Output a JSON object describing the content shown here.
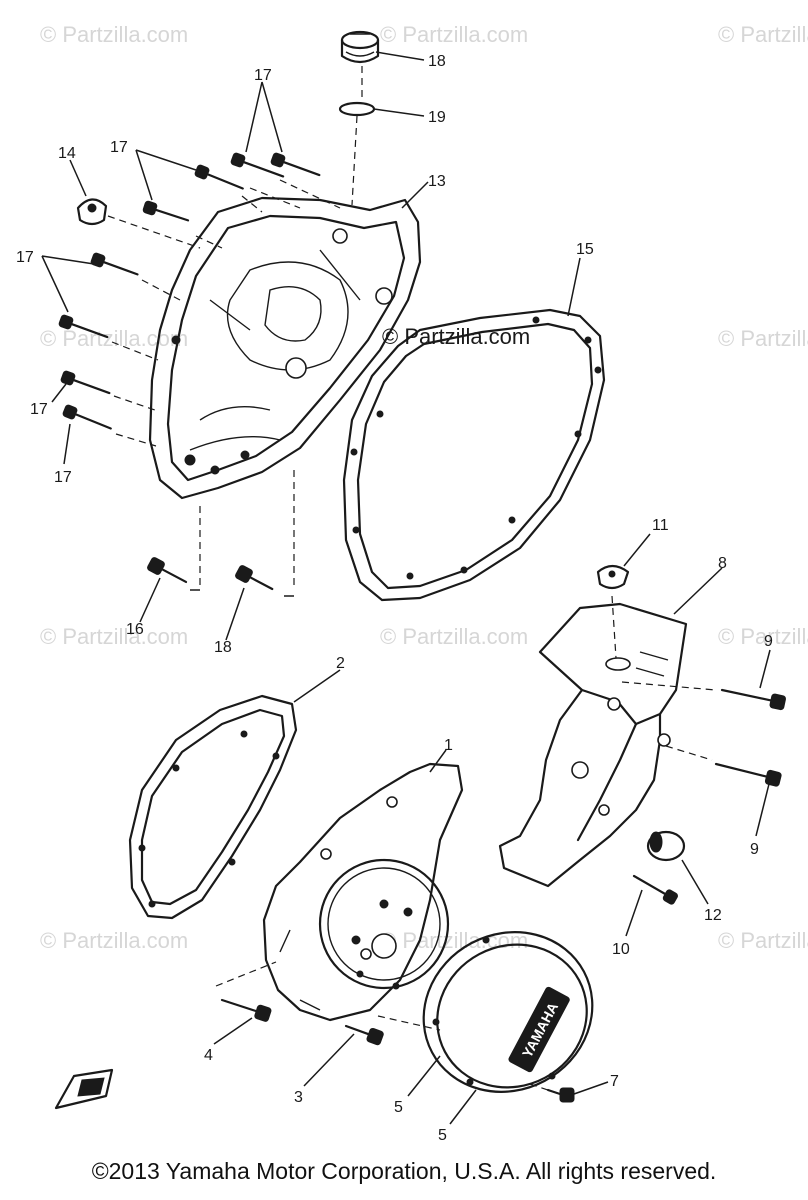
{
  "watermark": "© Partzilla.com",
  "callouts": {
    "c1": "1",
    "c2": "2",
    "c3": "3",
    "c4": "4",
    "c5a": "5",
    "c5b": "5",
    "c7": "7",
    "c8": "8",
    "c9a": "9",
    "c9b": "9",
    "c10": "10",
    "c11": "11",
    "c12": "12",
    "c13": "13",
    "c14": "14",
    "c15": "15",
    "c16": "16",
    "c18a": "18",
    "c18b": "18",
    "c19": "19",
    "c17a": "17",
    "c17b": "17",
    "c17c": "17",
    "c17d": "17",
    "c17e": "17"
  },
  "copyright": "©2013  Yamaha Motor Corporation, U.S.A. All rights reserved.",
  "colors": {
    "ink": "#1a1a1a",
    "watermark": "#d6d6d6",
    "background": "#ffffff"
  }
}
